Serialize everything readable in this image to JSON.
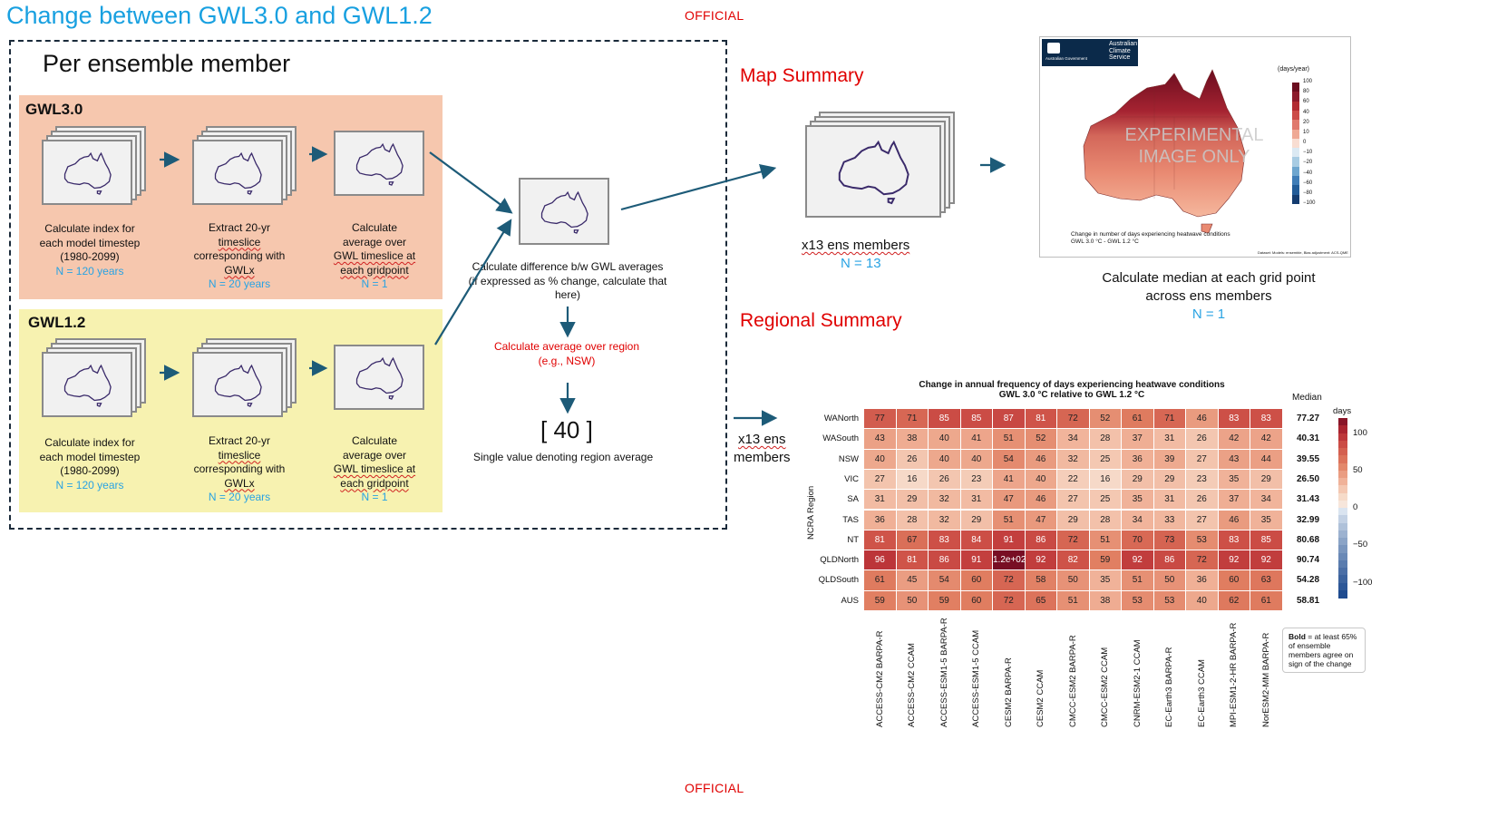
{
  "title": "Change between GWL3.0 and GWL1.2",
  "classification_top": "OFFICIAL",
  "classification_bottom": "OFFICIAL",
  "per_member_label": "Per ensemble member",
  "gwl30": {
    "title": "GWL3.0",
    "step1": {
      "l1": "Calculate index for",
      "l2": "each model timestep",
      "l3": "(1980-2099)",
      "n": "N = 120 years"
    },
    "step2": {
      "l1": "Extract 20-yr",
      "l2": "timeslice",
      "l3": "corresponding with",
      "l4": "GWLx",
      "n": "N = 20 years"
    },
    "step3": {
      "l1": "Calculate",
      "l2": "average over",
      "l3": "GWL timeslice at",
      "l4": "each gridpoint",
      "n": "N = 1"
    }
  },
  "gwl12": {
    "title": "GWL1.2",
    "step1": {
      "l1": "Calculate index for",
      "l2": "each model timestep",
      "l3": "(1980-2099)",
      "n": "N = 120 years"
    },
    "step2": {
      "l1": "Extract 20-yr",
      "l2": "timeslice",
      "l3": "corresponding with",
      "l4": "GWLx",
      "n": "N = 20 years"
    },
    "step3": {
      "l1": "Calculate",
      "l2": "average over",
      "l3": "GWL timeslice at",
      "l4": "each gridpoint",
      "n": "N = 1"
    }
  },
  "difference": {
    "l1": "Calculate difference b/w GWL averages",
    "l2": "(if expressed as % change, calculate that here)"
  },
  "region_avg": {
    "l1": "Calculate average over region",
    "l2": "(e.g., NSW)"
  },
  "region_value": "[ 40 ]",
  "region_value_caption": "Single value denoting region average",
  "map_summary": {
    "title": "Map Summary",
    "stack_label": "x13 ens members",
    "stack_n": "N = 13",
    "median_l1": "Calculate median at each grid point",
    "median_l2": "across ens members",
    "median_n": "N = 1"
  },
  "map_image": {
    "org_l1": "Australian",
    "org_l2": "Climate",
    "org_l3": "Service",
    "gov": "Australian Government",
    "units": "(days/year)",
    "watermark_l1": "EXPERIMENTAL",
    "watermark_l2": "IMAGE ONLY",
    "caption_l1": "Change in number of days experiencing heatwave conditions",
    "caption_l2": "GWL 3.0 °C - GWL 1.2 °C",
    "credit": "Dataset: Models: ensemble, Bias adjustment: ACS-QME",
    "colorbar_ticks": [
      "100",
      "80",
      "60",
      "40",
      "20",
      "10",
      "0",
      "−10",
      "−20",
      "−40",
      "−60",
      "−80",
      "−100"
    ],
    "colorbar_colors": [
      "#6b0d1f",
      "#8c1a2b",
      "#b22b32",
      "#cc4b48",
      "#e0796d",
      "#efa995",
      "#f8ddd2",
      "#dbe9f3",
      "#a8cce3",
      "#6ea6cf",
      "#3f7db7",
      "#225c98",
      "#143c70"
    ]
  },
  "regional_summary": {
    "title": "Regional Summary",
    "stack_l1": "x13 ens",
    "stack_l2": "members"
  },
  "chart_data": {
    "type": "heatmap",
    "title": "Change in annual frequency of days experiencing heatwave conditions",
    "subtitle": "GWL 3.0 °C relative to GWL 1.2 °C",
    "ylabel": "NCRA Region",
    "rows": [
      "WANorth",
      "WASouth",
      "NSW",
      "VIC",
      "SA",
      "TAS",
      "NT",
      "QLDNorth",
      "QLDSouth",
      "AUS"
    ],
    "columns": [
      "ACCESS-CM2 BARPA-R",
      "ACCESS-CM2 CCAM",
      "ACCESS-ESM1-5 BARPA-R",
      "ACCESS-ESM1-5 CCAM",
      "CESM2 BARPA-R",
      "CESM2 CCAM",
      "CMCC-ESM2 BARPA-R",
      "CMCC-ESM2 CCAM",
      "CNRM-ESM2-1 CCAM",
      "EC-Earth3 BARPA-R",
      "EC-Earth3 CCAM",
      "MPI-ESM1-2-HR BARPA-R",
      "NorESM2-MM BARPA-R"
    ],
    "values": [
      [
        77,
        71,
        85,
        85,
        87,
        81,
        72,
        52,
        61,
        71,
        46,
        83,
        83
      ],
      [
        43,
        38,
        40,
        41,
        51,
        52,
        34,
        28,
        37,
        31,
        26,
        42,
        42
      ],
      [
        40,
        26,
        40,
        40,
        54,
        46,
        32,
        25,
        36,
        39,
        27,
        43,
        44
      ],
      [
        27,
        16,
        26,
        23,
        41,
        40,
        22,
        16,
        29,
        29,
        23,
        35,
        29
      ],
      [
        31,
        29,
        32,
        31,
        47,
        46,
        27,
        25,
        35,
        31,
        26,
        37,
        34
      ],
      [
        36,
        28,
        32,
        29,
        51,
        47,
        29,
        28,
        34,
        33,
        27,
        46,
        35
      ],
      [
        81,
        67,
        83,
        84,
        91,
        86,
        72,
        51,
        70,
        73,
        53,
        83,
        85
      ],
      [
        96,
        81,
        86,
        91,
        120,
        92,
        82,
        59,
        92,
        86,
        72,
        92,
        92
      ],
      [
        61,
        45,
        54,
        60,
        72,
        58,
        50,
        35,
        51,
        50,
        36,
        60,
        63
      ],
      [
        59,
        50,
        59,
        60,
        72,
        65,
        51,
        38,
        53,
        53,
        40,
        62,
        61
      ]
    ],
    "cell_labels": [
      [
        "77",
        "71",
        "85",
        "85",
        "87",
        "81",
        "72",
        "52",
        "61",
        "71",
        "46",
        "83",
        "83"
      ],
      [
        "43",
        "38",
        "40",
        "41",
        "51",
        "52",
        "34",
        "28",
        "37",
        "31",
        "26",
        "42",
        "42"
      ],
      [
        "40",
        "26",
        "40",
        "40",
        "54",
        "46",
        "32",
        "25",
        "36",
        "39",
        "27",
        "43",
        "44"
      ],
      [
        "27",
        "16",
        "26",
        "23",
        "41",
        "40",
        "22",
        "16",
        "29",
        "29",
        "23",
        "35",
        "29"
      ],
      [
        "31",
        "29",
        "32",
        "31",
        "47",
        "46",
        "27",
        "25",
        "35",
        "31",
        "26",
        "37",
        "34"
      ],
      [
        "36",
        "28",
        "32",
        "29",
        "51",
        "47",
        "29",
        "28",
        "34",
        "33",
        "27",
        "46",
        "35"
      ],
      [
        "81",
        "67",
        "83",
        "84",
        "91",
        "86",
        "72",
        "51",
        "70",
        "73",
        "53",
        "83",
        "85"
      ],
      [
        "96",
        "81",
        "86",
        "91",
        "1.2e+02",
        "92",
        "82",
        "59",
        "92",
        "86",
        "72",
        "92",
        "92"
      ],
      [
        "61",
        "45",
        "54",
        "60",
        "72",
        "58",
        "50",
        "35",
        "51",
        "50",
        "36",
        "60",
        "63"
      ],
      [
        "59",
        "50",
        "59",
        "60",
        "72",
        "65",
        "51",
        "38",
        "53",
        "53",
        "40",
        "62",
        "61"
      ]
    ],
    "median_header": "Median",
    "medians": [
      "77.27",
      "40.31",
      "39.55",
      "26.50",
      "31.43",
      "32.99",
      "80.68",
      "90.74",
      "54.28",
      "58.81"
    ],
    "colorbar_label": "days",
    "colorbar_ticks": [
      "100",
      "50",
      "0",
      "−50",
      "−100"
    ],
    "vlim": [
      -120,
      120
    ],
    "note_bold": "Bold",
    "note_rest": " = at least 65% of ensemble members agree on sign of the change"
  }
}
